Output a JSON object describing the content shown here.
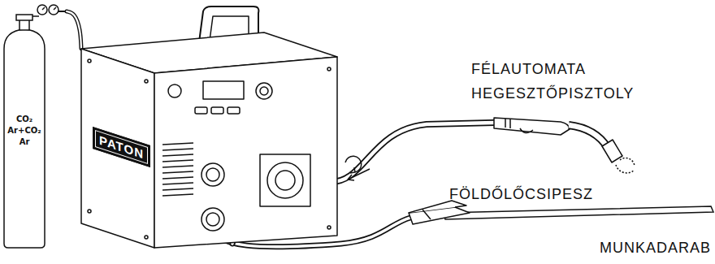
{
  "diagram": {
    "nodes": [
      {
        "text": [
          "CO₂",
          "Ar+CO₂",
          "Ar"
        ]
      },
      {
        "text": [
          "PATON"
        ]
      }
    ],
    "edges": [
      {
        "from": 0,
        "to": 1,
        "arrow": "none"
      }
    ],
    "labels": [
      "FÉLAUTOMATA HEGESZTŐPISZTOLY",
      "FÖLDŐLŐCSIPESZ",
      "MUNKADARAB"
    ]
  }
}
